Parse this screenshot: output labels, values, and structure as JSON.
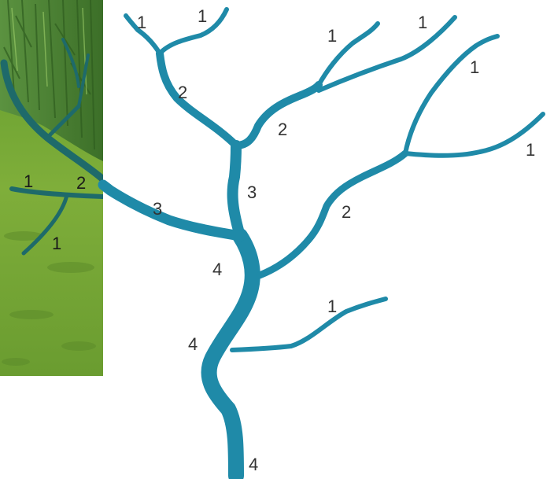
{
  "stream_color": "#1f8aa8",
  "photo_colors": {
    "grass": "#7fae3a",
    "grass_dark": "#4e7d24",
    "crop": "#4f8a34",
    "crop_dark": "#2f5d1f"
  },
  "stream_orders": {
    "o1a": "1",
    "o1b": "1",
    "o1c": "1",
    "o1d": "1",
    "o1e": "1",
    "o1f": "1",
    "o1g": "1",
    "o1h": "1",
    "o1i": "1",
    "o2a": "2",
    "o2b": "2",
    "o2c": "2",
    "o2d": "2",
    "o3a": "3",
    "o3b": "3",
    "o4a": "4",
    "o4b": "4",
    "o4c": "4"
  }
}
